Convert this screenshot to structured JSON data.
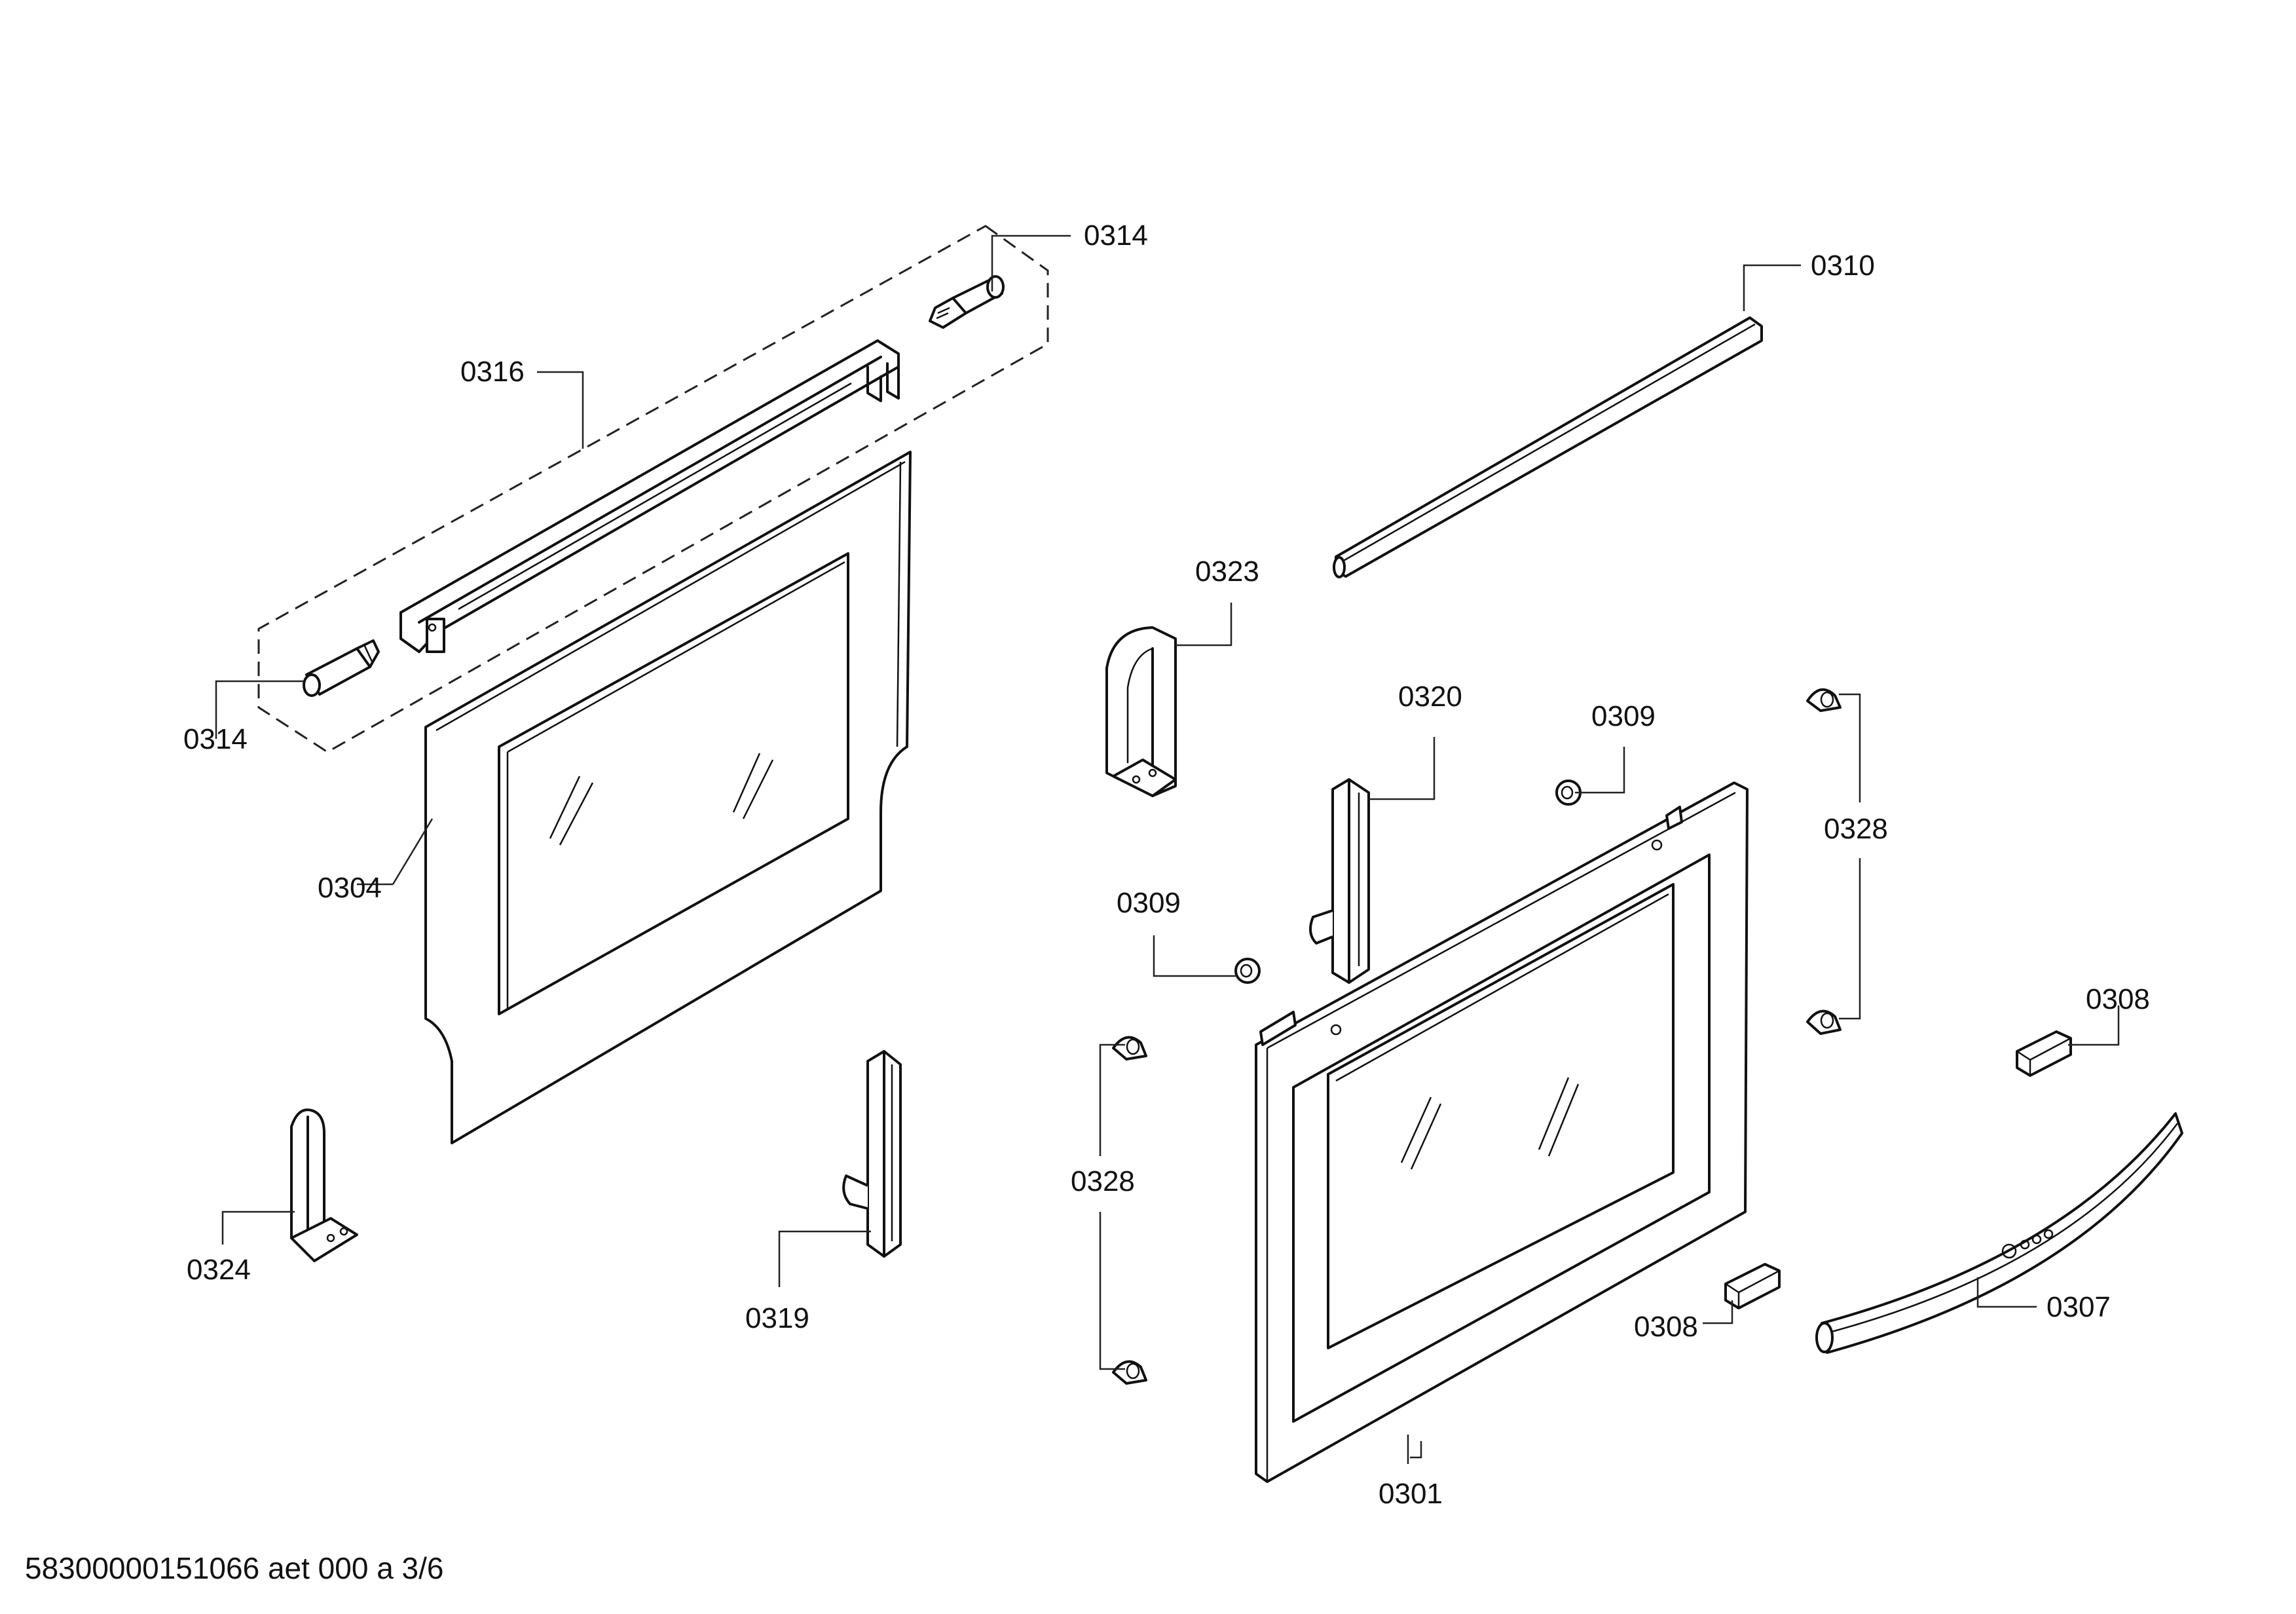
{
  "labels": {
    "l0314_top": "0314",
    "l0314_left": "0314",
    "l0316": "0316",
    "l0310": "0310",
    "l0323": "0323",
    "l0320": "0320",
    "l0309_right": "0309",
    "l0309_left": "0309",
    "l0328_right": "0328",
    "l0328_left": "0328",
    "l0304": "0304",
    "l0308_top": "0308",
    "l0308_bottom": "0308",
    "l0307": "0307",
    "l0324": "0324",
    "l0319": "0319",
    "l0301": "0301"
  },
  "footer": {
    "document_code": "58300000151066 aet 000 a 3/6"
  }
}
